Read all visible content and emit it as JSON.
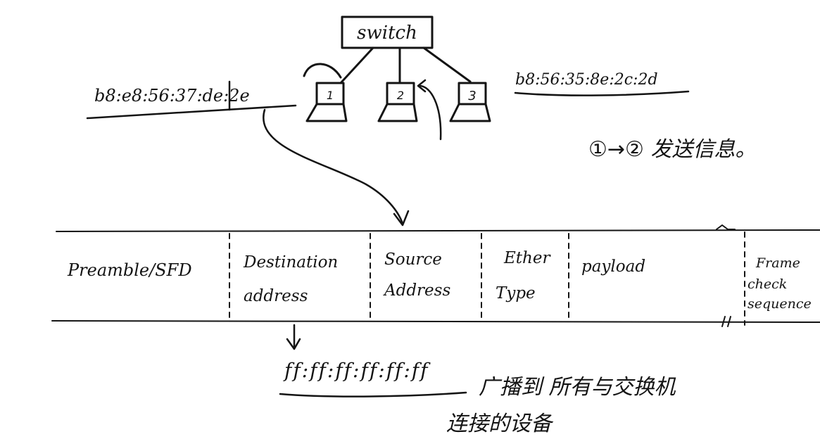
{
  "diagram": {
    "switch_label": "switch",
    "hosts": [
      {
        "label": "1"
      },
      {
        "label": "2"
      },
      {
        "label": "3"
      }
    ],
    "mac_host1": "b8:e8:56:37:de:2e",
    "mac_host3": "b8:56:35:8e:2c:2d",
    "note": "①→② 发送信息。"
  },
  "frame": {
    "fields": [
      {
        "line1": "Preamble/SFD",
        "line2": ""
      },
      {
        "line1": "Destination",
        "line2": "address"
      },
      {
        "line1": "Source",
        "line2": "Address"
      },
      {
        "line1": "Ether",
        "line2": "Type"
      },
      {
        "line1": "payload",
        "line2": ""
      },
      {
        "line1": "Frame",
        "line2": "check",
        "line3": "sequence"
      }
    ]
  },
  "broadcast": {
    "mac": "ff:ff:ff:ff:ff:ff",
    "note_line1": "广播到 所有与交换机",
    "note_line2": "连接的设备"
  }
}
